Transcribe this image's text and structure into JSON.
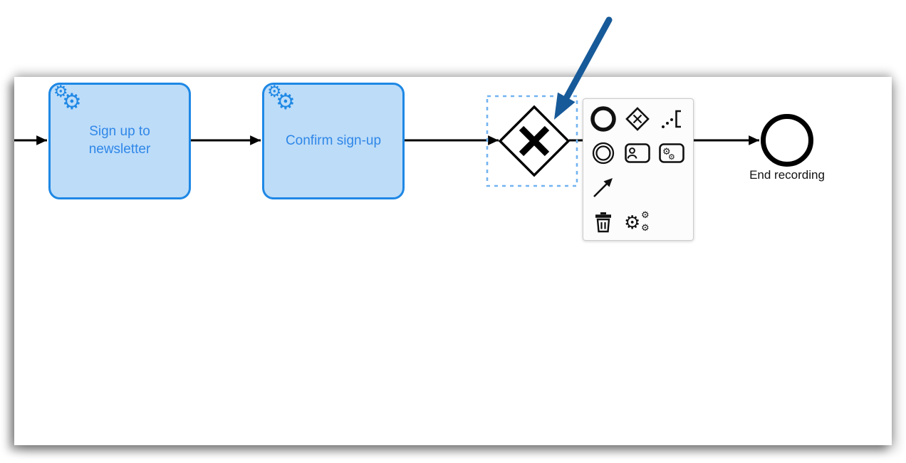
{
  "app": {
    "type": "bpmn-process-editor-canvas"
  },
  "diagram": {
    "tasks": [
      {
        "type": "service-task",
        "icon": "service-gears-icon",
        "lines": [
          "Sign up to",
          "newsletter"
        ]
      },
      {
        "type": "service-task",
        "icon": "service-gears-icon",
        "lines": [
          "Confirm sign-up"
        ]
      }
    ],
    "gateway": {
      "type": "exclusive-gateway",
      "marker": "X",
      "selected": true
    },
    "end_event": {
      "label": "End recording"
    },
    "sequence_flows": [
      {
        "from": "canvas-left-edge",
        "to": "task-sign-up"
      },
      {
        "from": "task-sign-up",
        "to": "task-confirm"
      },
      {
        "from": "task-confirm",
        "to": "exclusive-gateway"
      },
      {
        "from": "exclusive-gateway",
        "to": "end-event"
      }
    ]
  },
  "context_pad": {
    "items": [
      {
        "icon": "end-event-icon",
        "name": "append-end-event"
      },
      {
        "icon": "gateway-icon",
        "name": "append-gateway"
      },
      {
        "icon": "text-annotation-icon",
        "name": "append-text-annotation"
      },
      {
        "icon": "intermediate-event-icon",
        "name": "append-intermediate-event"
      },
      {
        "icon": "user-task-icon",
        "name": "append-user-task"
      },
      {
        "icon": "service-task-icon",
        "name": "append-service-task"
      },
      {
        "icon": "connect-arrow-icon",
        "name": "connect-tool"
      },
      {
        "icon": "trash-icon",
        "name": "delete-element"
      },
      {
        "icon": "gears-icon",
        "name": "element-settings"
      }
    ]
  },
  "annotation": {
    "type": "pointer-arrow",
    "target": "exclusive-gateway",
    "color": "#175a99"
  },
  "colors": {
    "task_fill": "#bddcf8",
    "task_stroke": "#1e88e5",
    "task_text": "#2f87e8",
    "selection_outline": "#73b3f1",
    "flow_stroke": "#000000",
    "annotation_arrow": "#175a99",
    "pad_background": "#fcfcfc",
    "pad_border": "#cccccc",
    "pad_icon": "#111111"
  }
}
